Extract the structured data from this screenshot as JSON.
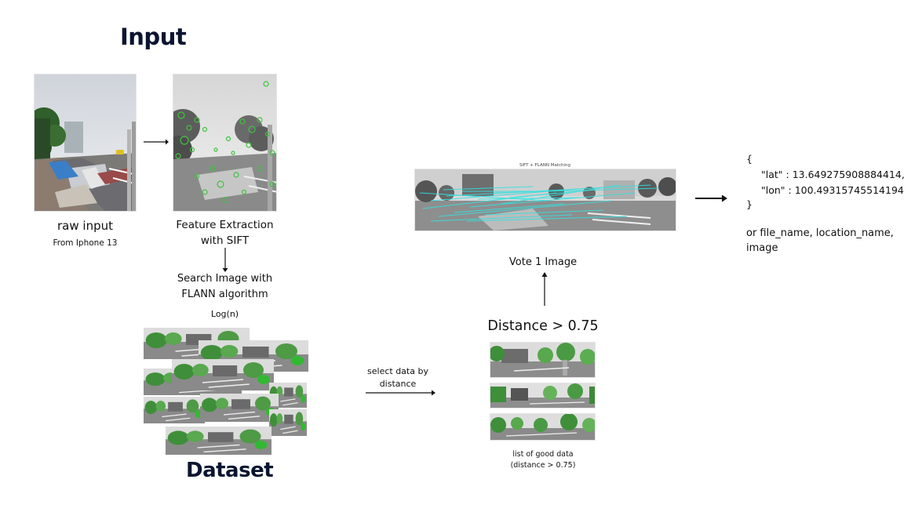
{
  "headings": {
    "input": "Input",
    "dataset": "Dataset"
  },
  "raw_input": {
    "label": "raw input",
    "caption": "From Iphone 13"
  },
  "feature_extraction": {
    "line1": "Feature Extraction",
    "line2": "with SIFT"
  },
  "search": {
    "line1": "Search Image with",
    "line2": "FLANN algorithm",
    "complexity": "Log(n)"
  },
  "select": {
    "line1": "select data by",
    "line2": "distance"
  },
  "good_data": {
    "title": "Distance > 0.75",
    "caption_line1": "list of good data",
    "caption_line2": "(distance > 0.75)"
  },
  "vote": {
    "label": "Vote 1 Image"
  },
  "matching": {
    "title": "SIFT + FLANN Matching"
  },
  "output": {
    "open": "{",
    "lat": "\"lat\" : 13.649275908884414,",
    "lon": "\"lon\" : 100.49315745514194",
    "close": "}",
    "alt_line1": "or file_name, location_name,",
    "alt_line2": "image"
  },
  "colors": {
    "heading": "#0b1530",
    "feature_green": "#3ec43e",
    "match_cyan": "#34e0e0"
  }
}
